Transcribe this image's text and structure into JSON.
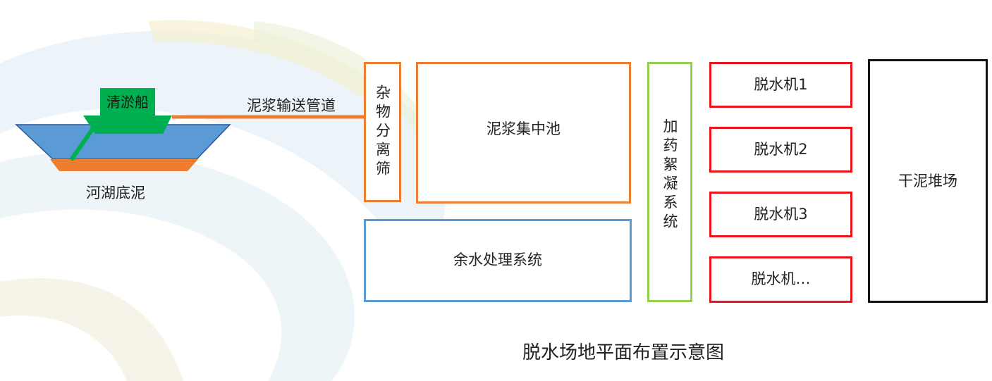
{
  "title": "脱水场地平面布置示意图",
  "boat": {
    "label": "清淤船"
  },
  "river": {
    "label": "河湖底泥"
  },
  "pipeline": {
    "label": "泥浆输送管道"
  },
  "separator": {
    "label": "杂物分离筛"
  },
  "slurry_pool": {
    "label": "泥浆集中池"
  },
  "water_treatment": {
    "label": "余水处理系统"
  },
  "flocculation": {
    "label": "加药絮凝系统"
  },
  "dewaterers": [
    {
      "label": "脱水机1"
    },
    {
      "label": "脱水机2"
    },
    {
      "label": "脱水机3"
    },
    {
      "label": "脱水机…"
    }
  ],
  "dry_storage": {
    "label": "干泥堆场"
  },
  "colors": {
    "orange": "#ed7d31",
    "blue": "#5b9bd5",
    "green": "#92d050",
    "red": "#e8161b",
    "boat_green": "#00b050",
    "water_blue": "#5b9bd5",
    "mud_orange": "#ed7d31"
  }
}
